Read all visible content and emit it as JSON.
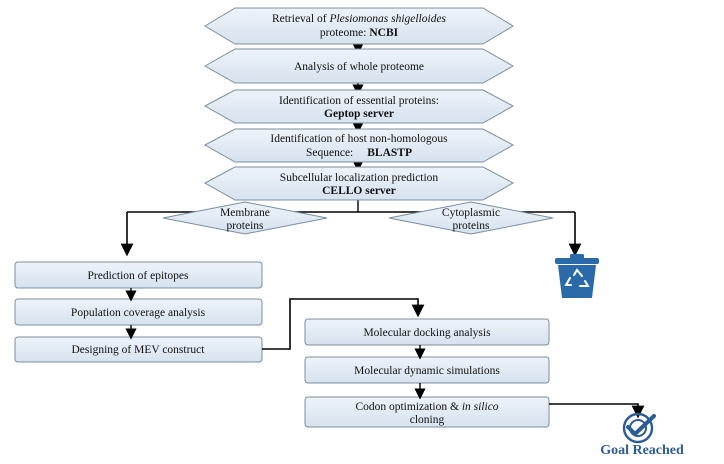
{
  "steps": {
    "retrieval": {
      "prefix": "Retrieval of ",
      "organism": "Plesiomonas shigelloides",
      "line2_prefix": "proteome: ",
      "tool": "NCBI"
    },
    "analysis": {
      "label": "Analysis of whole proteome"
    },
    "essential": {
      "line1": "Identification of essential proteins:",
      "tool": "Geptop server"
    },
    "non_homologous": {
      "line1": "Identification of host non-homologous",
      "line2_prefix": "Sequence:",
      "tool": "BLASTP"
    },
    "localization": {
      "line1": "Subcellular localization prediction",
      "tool": "CELLO server"
    },
    "membrane": {
      "line1": "Membrane",
      "line2": "proteins"
    },
    "cytoplasmic": {
      "line1": "Cytoplasmic",
      "line2": "proteins"
    },
    "epitopes": {
      "label": "Prediction of epitopes"
    },
    "population": {
      "label": "Population coverage analysis"
    },
    "mev": {
      "label": "Designing of MEV construct"
    },
    "docking": {
      "label": "Molecular docking analysis"
    },
    "simulations": {
      "label": "Molecular dynamic simulations"
    },
    "codon": {
      "line1_prefix": "Codon optimization & ",
      "line1_italic": "in silico",
      "line2": "cloning"
    }
  },
  "goal": {
    "label": "Goal Reached",
    "icon": "target-check-icon"
  },
  "discard": {
    "icon": "recycle-bin-icon"
  },
  "colors": {
    "box_fill": "#dde8f3",
    "box_stroke": "#7c8e9e",
    "bin": "#2a6aa8",
    "goal": "#2c5c96",
    "arrow": "#000000"
  }
}
